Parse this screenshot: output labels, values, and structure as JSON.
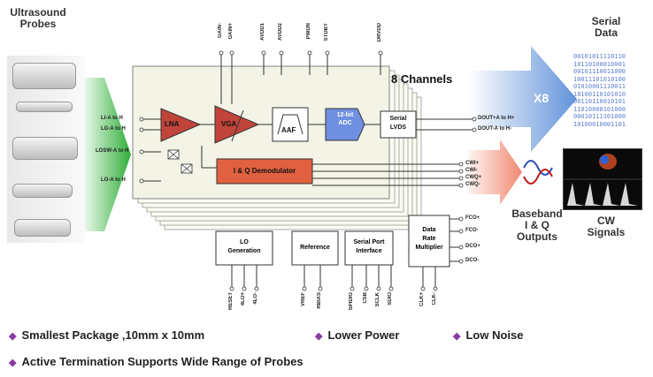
{
  "probes": {
    "title": "Ultrasound\nProbes"
  },
  "serial": {
    "title": "Serial\nData",
    "multiplier": "X8"
  },
  "channels": "8 Channels",
  "top_pins": [
    "GAIN-",
    "GAIN+",
    "AVDD1",
    "AVDD2",
    "PWDN",
    "STDBY",
    "DRVDD"
  ],
  "input_pins": [
    "LI-A to H",
    "LG-A to H",
    "LOSW-A to H",
    "LO-A to H"
  ],
  "blocks": {
    "lna": "LNA",
    "vga": "VGA",
    "aaf": "AAF",
    "adc": "12-bit\nADC",
    "lvds": "Serial\nLVDS",
    "demod": "I & Q Demodulator",
    "lo": "LO\nGeneration",
    "ref": "Reference",
    "spi": "Serial Port\nInterface",
    "drm": "Data\nRate\nMultiplier"
  },
  "outputs": [
    "DOUT+A to H+",
    "DOUT-A to H-"
  ],
  "cw_outputs": [
    "CWI+",
    "CWI-",
    "CWQ+",
    "CWQ-"
  ],
  "clock_outputs": [
    "FCO+",
    "FCO-",
    "DCO+",
    "DCO-"
  ],
  "bottom_pins": [
    "RESET",
    "4LO+",
    "4LO-",
    "VREF",
    "RBIAS",
    "SPIDIG",
    "CSB",
    "SCLK",
    "SDIO",
    "CLK+",
    "CLK-"
  ],
  "baseband": "Baseband\nI & Q\nOutputs",
  "cw": "CW\nSignals",
  "binary_lines": [
    "00101011110110",
    "10110100010001",
    "00101110011000",
    "10011101010100",
    "01010001110011",
    "10100110101010",
    "00110110010101",
    "11010000101000",
    "00010111101000",
    "10100010001101"
  ],
  "features": [
    "Smallest Package ,10mm x 10mm",
    "Lower Power",
    "Low Noise",
    "Active Termination Supports Wide Range of Probes"
  ],
  "colors": {
    "lna": "#c0443a",
    "vga": "#c0443a",
    "adc": "#6f8fe0",
    "demod": "#e06040",
    "arrow_green": "#3fbf4a",
    "arrow_blue": "#5b8fd8",
    "bullet": "#8a3da0"
  }
}
